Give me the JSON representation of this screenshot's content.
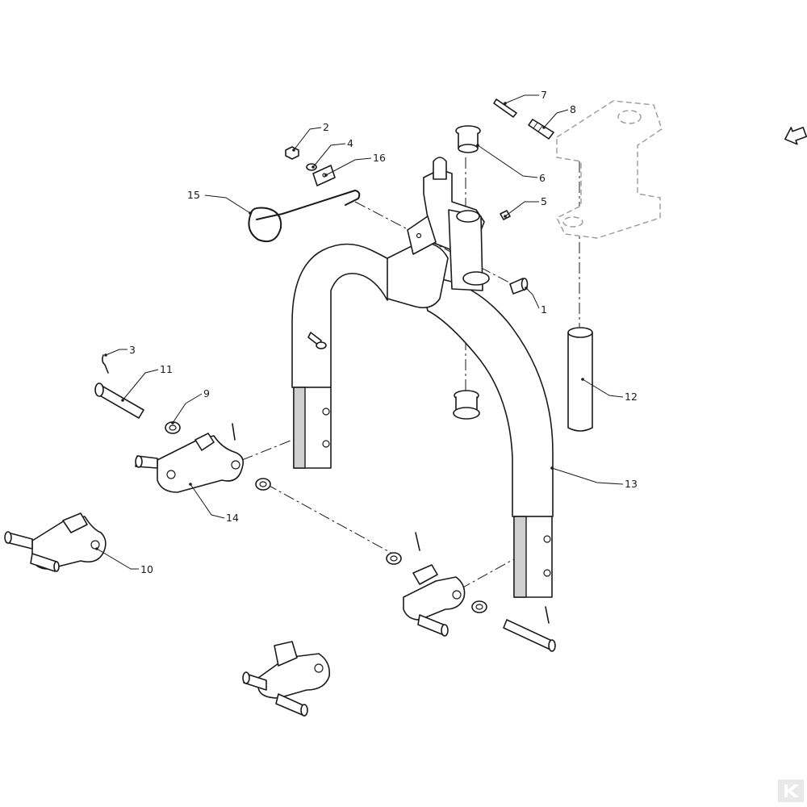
{
  "callouts": [
    {
      "id": "c1",
      "text": "1"
    },
    {
      "id": "c2",
      "text": "2"
    },
    {
      "id": "c3",
      "text": "3"
    },
    {
      "id": "c4",
      "text": "4"
    },
    {
      "id": "c5",
      "text": "5"
    },
    {
      "id": "c6",
      "text": "6"
    },
    {
      "id": "c7",
      "text": "7"
    },
    {
      "id": "c8",
      "text": "8"
    },
    {
      "id": "c9",
      "text": "9"
    },
    {
      "id": "c10",
      "text": "10"
    },
    {
      "id": "c11",
      "text": "11"
    },
    {
      "id": "c12",
      "text": "12"
    },
    {
      "id": "c13",
      "text": "13"
    },
    {
      "id": "c14",
      "text": "14"
    },
    {
      "id": "c15",
      "text": "15"
    },
    {
      "id": "c16",
      "text": "16"
    }
  ],
  "icons": {
    "direction": "direction-arrow-icon",
    "brand": "brand-logo-icon"
  },
  "colors": {
    "line": "#1a1a1a",
    "ghost": "#9a9a9a",
    "background": "#ffffff"
  }
}
